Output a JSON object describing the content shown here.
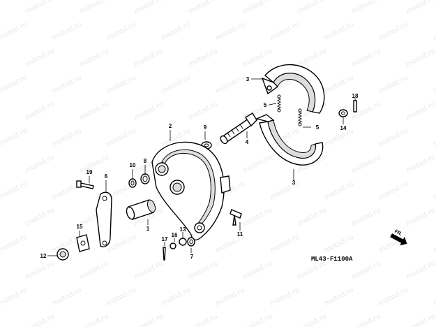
{
  "watermark": "motod.ru",
  "diagram_code": "ML43-F1100A",
  "fr_label": "FR.",
  "callouts": {
    "c1": "1",
    "c2": "2",
    "c3a": "3",
    "c3b": "3",
    "c4": "4",
    "c5a": "5",
    "c5b": "5",
    "c6": "6",
    "c7": "7",
    "c8": "8",
    "c9": "9",
    "c10": "10",
    "c11": "11",
    "c12": "12",
    "c13": "13",
    "c14": "14",
    "c15": "15",
    "c16": "16",
    "c17": "17",
    "c18": "18",
    "c19": "19"
  }
}
